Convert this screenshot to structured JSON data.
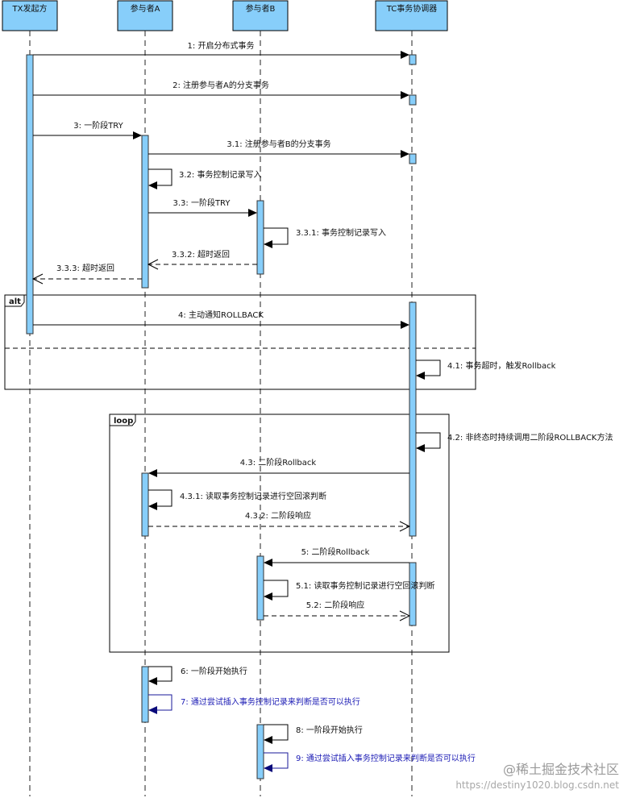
{
  "participants": [
    {
      "id": "tx",
      "label": "TX发起方"
    },
    {
      "id": "a",
      "label": "参与者A"
    },
    {
      "id": "b",
      "label": "参与者B"
    },
    {
      "id": "tc",
      "label": "TC事务协调器"
    }
  ],
  "messages": [
    {
      "label": "1: 开启分布式事务",
      "from": "tx",
      "to": "tc",
      "kind": "sync"
    },
    {
      "label": "2: 注册参与者A的分支事务",
      "from": "tx",
      "to": "tc",
      "kind": "sync"
    },
    {
      "label": "3: 一阶段TRY",
      "from": "tx",
      "to": "a",
      "kind": "sync"
    },
    {
      "label": "3.1: 注册参与者B的分支事务",
      "from": "a",
      "to": "tc",
      "kind": "sync"
    },
    {
      "label": "3.2: 事务控制记录写入",
      "from": "a",
      "to": "a",
      "kind": "self"
    },
    {
      "label": "3.3: 一阶段TRY",
      "from": "a",
      "to": "b",
      "kind": "sync"
    },
    {
      "label": "3.3.1: 事务控制记录写入",
      "from": "b",
      "to": "b",
      "kind": "self"
    },
    {
      "label": "3.3.2: 超时返回",
      "from": "b",
      "to": "a",
      "kind": "reply"
    },
    {
      "label": "3.3.3: 超时返回",
      "from": "a",
      "to": "tx",
      "kind": "reply"
    },
    {
      "label": "4: 主动通知ROLLBACK",
      "from": "tx",
      "to": "tc",
      "kind": "sync"
    },
    {
      "label": "4.1: 事务超时，触发Rollback",
      "from": "tc",
      "to": "tc",
      "kind": "self"
    },
    {
      "label": "4.2: 非终态时持续调用二阶段ROLLBACK方法",
      "from": "tc",
      "to": "tc",
      "kind": "self"
    },
    {
      "label": "4.3: 二阶段Rollback",
      "from": "tc",
      "to": "a",
      "kind": "sync"
    },
    {
      "label": "4.3.1: 读取事务控制记录进行空回滚判断",
      "from": "a",
      "to": "a",
      "kind": "self"
    },
    {
      "label": "4.3.2: 二阶段响应",
      "from": "a",
      "to": "tc",
      "kind": "reply"
    },
    {
      "label": "5: 二阶段Rollback",
      "from": "tc",
      "to": "b",
      "kind": "sync"
    },
    {
      "label": "5.1: 读取事务控制记录进行空回滚判断",
      "from": "b",
      "to": "b",
      "kind": "self"
    },
    {
      "label": "5.2: 二阶段响应",
      "from": "b",
      "to": "tc",
      "kind": "reply"
    },
    {
      "label": "6: 一阶段开始执行",
      "from": "a",
      "to": "a",
      "kind": "self"
    },
    {
      "label": "7: 通过尝试插入事务控制记录来判断是否可以执行",
      "from": "a",
      "to": "a",
      "kind": "self",
      "color": "blue"
    },
    {
      "label": "8: 一阶段开始执行",
      "from": "b",
      "to": "b",
      "kind": "self"
    },
    {
      "label": "9: 通过尝试插入事务控制记录来判断是否可以执行",
      "from": "b",
      "to": "b",
      "kind": "self",
      "color": "blue"
    }
  ],
  "fragments": {
    "alt": "alt",
    "loop": "loop"
  },
  "watermark": {
    "main": "@稀土掘金技术社区",
    "sub": "https://destiny1020.blog.csdn.net"
  }
}
